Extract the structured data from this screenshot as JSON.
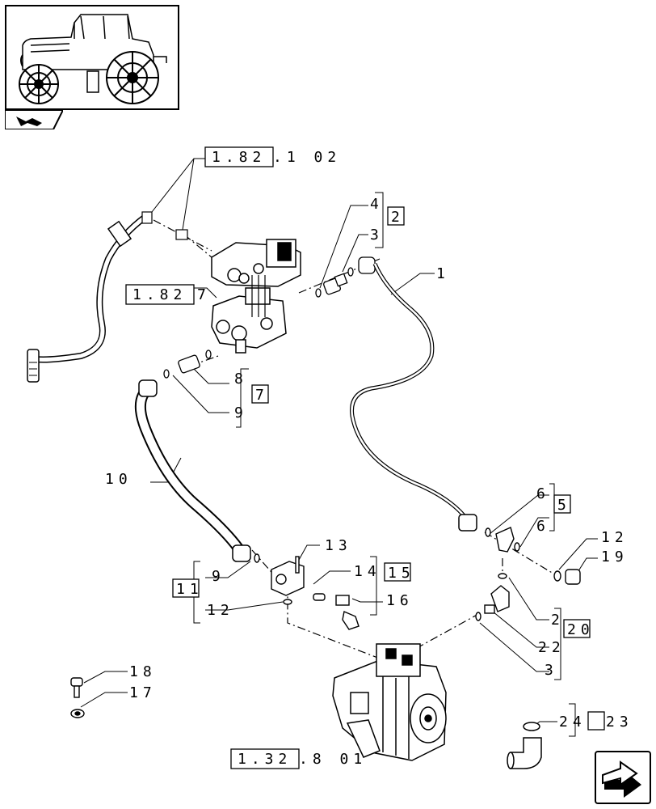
{
  "refs": {
    "ref_1_82_102": {
      "boxed": "1.82",
      "rest": ".1 02"
    },
    "ref_1_82_7": {
      "boxed": "1.82",
      "rest": "7"
    },
    "ref_1_32_801": {
      "boxed": "1.32",
      "rest": ".8 01"
    }
  },
  "callouts": {
    "c1": "1",
    "c2a": "2",
    "c2b": "2",
    "c3a": "3",
    "c3b": "3",
    "c4": "4",
    "c5": "5",
    "c6a": "6",
    "c6b": "6",
    "c7": "7",
    "c8": "8",
    "c9a": "9",
    "c9b": "9",
    "c10": "10",
    "c11": "11",
    "c12a": "12",
    "c12b": "12",
    "c13": "13",
    "c14": "14",
    "c15": "15",
    "c16": "16",
    "c17": "17",
    "c18": "18",
    "c19": "19",
    "c20": "20",
    "c22": "22",
    "c23": "23",
    "c24": "24"
  },
  "icons": {
    "thumbnail": "tractor-thumbnail-icon",
    "section": "section-tab-icon",
    "nav": "next-page-arrow-icon"
  }
}
